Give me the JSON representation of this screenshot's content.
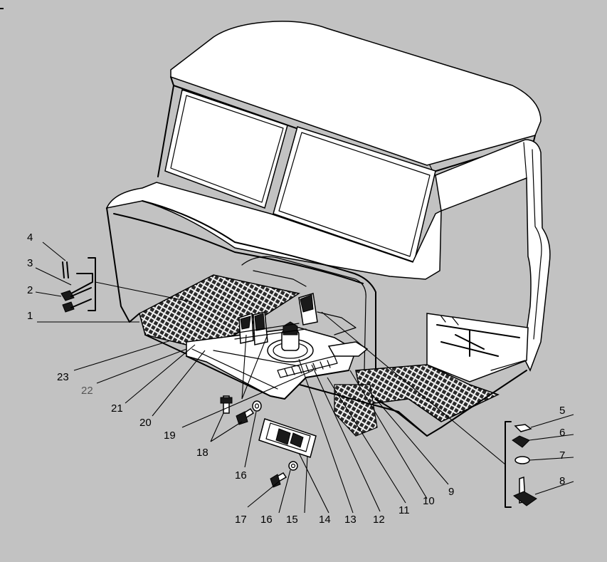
{
  "part_labels": {
    "p1": "1",
    "p2": "2",
    "p3": "3",
    "p4": "4",
    "p5": "5",
    "p6": "6",
    "p7": "7",
    "p8": "8",
    "p9": "9",
    "p10": "10",
    "p11": "11",
    "p12": "12",
    "p13": "13",
    "p14": "14",
    "p15": "15",
    "p16a": "16",
    "p16b": "16",
    "p17": "17",
    "p18": "18",
    "p19": "19",
    "p20": "20",
    "p21": "21",
    "p22": "22",
    "p23": "23"
  },
  "colors": {
    "background": "#c2c2c2",
    "ink": "#000000",
    "floor_mat": "#2a2a2a"
  }
}
